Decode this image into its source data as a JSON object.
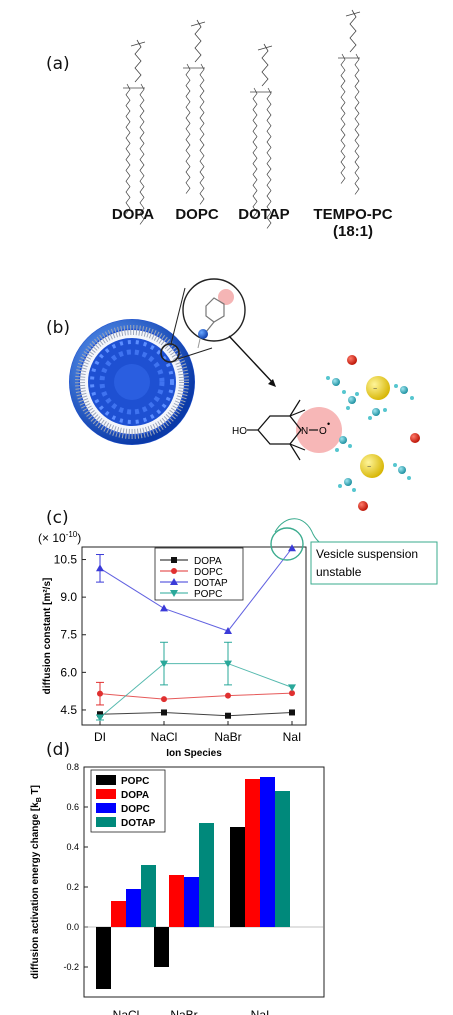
{
  "panels": {
    "a": "(a)",
    "b": "(b)",
    "c": "(c)",
    "d": "(d)"
  },
  "lipids": [
    "DOPA",
    "DOPC",
    "DOTAP",
    "TEMPO-PC\n(18:1)"
  ],
  "scheme": {
    "ho_label": "HO",
    "n_label": "N",
    "o_label": "O",
    "radical_mark": "•",
    "anion_label": "−"
  },
  "chart_c": {
    "scale_label": "(× 10",
    "scale_exp": "-10",
    "scale_close": ")",
    "annotation": "Vesicle suspension\nunstable"
  },
  "chart_data": [
    {
      "type": "line",
      "categories": [
        "DI",
        "NaCl",
        "NaBr",
        "NaI"
      ],
      "xlabel": "Ion Species",
      "ylabel": "diffusion constant [m²/s]",
      "ylim": [
        3.9,
        11.0
      ],
      "yticks": [
        "4.5",
        "6.0",
        "7.5",
        "9.0",
        "10.5"
      ],
      "legend_position": "top-center",
      "series": [
        {
          "name": "DOPA",
          "color": "#111111",
          "marker": "square",
          "values": [
            4.33,
            4.4,
            4.27,
            4.4
          ],
          "errors": [
            0,
            0,
            0,
            0
          ]
        },
        {
          "name": "DOPC",
          "color": "#e03030",
          "marker": "circle",
          "values": [
            5.15,
            4.93,
            5.07,
            5.17
          ],
          "errors": [
            0.45,
            0,
            0,
            0
          ]
        },
        {
          "name": "DOTAP",
          "color": "#3a3ad8",
          "marker": "triangle-up",
          "values": [
            10.15,
            8.55,
            7.65,
            10.95
          ],
          "errors": [
            0.55,
            0,
            0,
            0
          ]
        },
        {
          "name": "POPC",
          "color": "#2aa89a",
          "marker": "triangle-down",
          "values": [
            4.2,
            6.35,
            6.35,
            5.4
          ],
          "errors": [
            0.1,
            0.85,
            0.85,
            0
          ]
        }
      ]
    },
    {
      "type": "bar",
      "categories": [
        "NaCl",
        "NaBr",
        "NaI"
      ],
      "ylabel": "diffusion activation energy change [kB T]",
      "ylabel_main": "diffusion activation energy change [k",
      "ylabel_sub": "B",
      "ylabel_end": " T]",
      "ylim": [
        -0.35,
        0.8
      ],
      "yticks": [
        "-0.2",
        "0.0",
        "0.2",
        "0.4",
        "0.6",
        "0.8"
      ],
      "legend_position": "top-left",
      "series": [
        {
          "name": "POPC",
          "color": "#000000",
          "values": [
            -0.31,
            -0.2,
            0.5
          ]
        },
        {
          "name": "DOPA",
          "color": "#ff0000",
          "values": [
            0.13,
            0.26,
            0.74
          ]
        },
        {
          "name": "DOPC",
          "color": "#0000ff",
          "values": [
            0.19,
            0.25,
            0.75
          ]
        },
        {
          "name": "DOTAP",
          "color": "#00897b",
          "values": [
            0.31,
            0.52,
            0.68
          ]
        }
      ]
    }
  ]
}
